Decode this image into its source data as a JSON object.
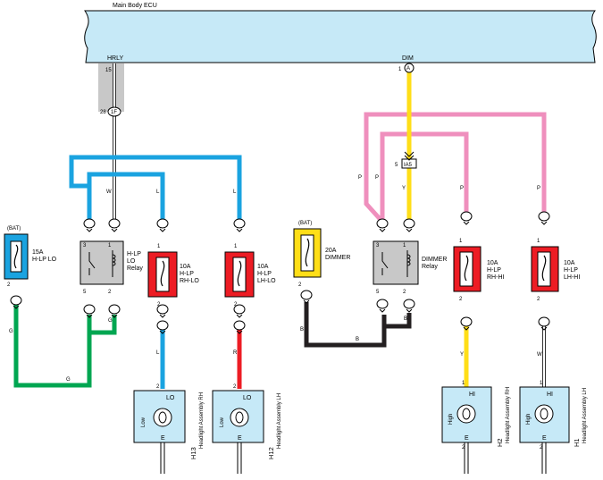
{
  "ecu": {
    "title": "Main Body ECU",
    "pin_hrly": "HRLY",
    "pin_dim": "DIM",
    "pin_hrly_num": "15",
    "pin_dim_num": "1",
    "pin_dim_conn": "A"
  },
  "connectors": {
    "jc_28": "28",
    "jc_1F": "1F",
    "jc_5": "5",
    "jc_IA5": "IA5"
  },
  "fuse_hlp_lo": {
    "source": "(BAT)",
    "rating": "15A",
    "name": "H-LP LO",
    "pin_top": "",
    "pin_bottom": "2"
  },
  "relay_hlp": {
    "name_l1": "H-LP",
    "name_l2": "LO",
    "name_l3": "Relay",
    "pins": [
      "3",
      "1",
      "5",
      "2"
    ]
  },
  "fuse_rh_lo": {
    "rating": "10A",
    "name_l1": "H-LP",
    "name_l2": "RH-LO",
    "pin_top": "1",
    "pin_bottom": "2"
  },
  "fuse_lh_lo": {
    "rating": "10A",
    "name_l1": "H-LP",
    "name_l2": "LH-LO",
    "pin_top": "1",
    "pin_bottom": "2"
  },
  "fuse_dimmer": {
    "source": "(BAT)",
    "rating": "20A",
    "name": "DIMMER",
    "pin_bottom": "2"
  },
  "relay_dimmer": {
    "name_l1": "DIMMER",
    "name_l2": "Relay",
    "pins": [
      "3",
      "1",
      "5",
      "2"
    ]
  },
  "fuse_rh_hi": {
    "rating": "10A",
    "name_l1": "H-LP",
    "name_l2": "RH-HI",
    "pin_top": "1",
    "pin_bottom": "2"
  },
  "fuse_lh_hi": {
    "rating": "10A",
    "name_l1": "H-LP",
    "name_l2": "LH-HI",
    "pin_top": "1",
    "pin_bottom": "2"
  },
  "wire_colors": {
    "W": "W",
    "L": "L",
    "G": "G",
    "B": "B",
    "P": "P",
    "Y": "Y",
    "R": "R"
  },
  "headlight_h13": {
    "id": "H13",
    "name": "Headlight Assembly RH",
    "beam": "Low",
    "lo": "LO",
    "e": "E",
    "pin": "2"
  },
  "headlight_h12": {
    "id": "H12",
    "name": "Headlight Assembly LH",
    "beam": "Low",
    "lo": "LO",
    "e": "E",
    "pin": "2"
  },
  "headlight_h2": {
    "id": "H2",
    "name": "Headlight Assembly RH",
    "beam": "High",
    "hi": "HI",
    "e": "E",
    "pin": "1",
    "pin_e": "2"
  },
  "headlight_h1": {
    "id": "H1",
    "name": "Headlight Assembly LH",
    "beam": "High",
    "hi": "HI",
    "e": "E",
    "pin": "1",
    "pin_e": "2"
  },
  "colors": {
    "blue": "#1aa3e0",
    "green": "#00a651",
    "black": "#231f20",
    "pink": "#ef8fbd",
    "yellow": "#ffde17",
    "red": "#ed1c24",
    "ecu_fill": "#c6e9f7",
    "gray": "#c8c8c8"
  }
}
